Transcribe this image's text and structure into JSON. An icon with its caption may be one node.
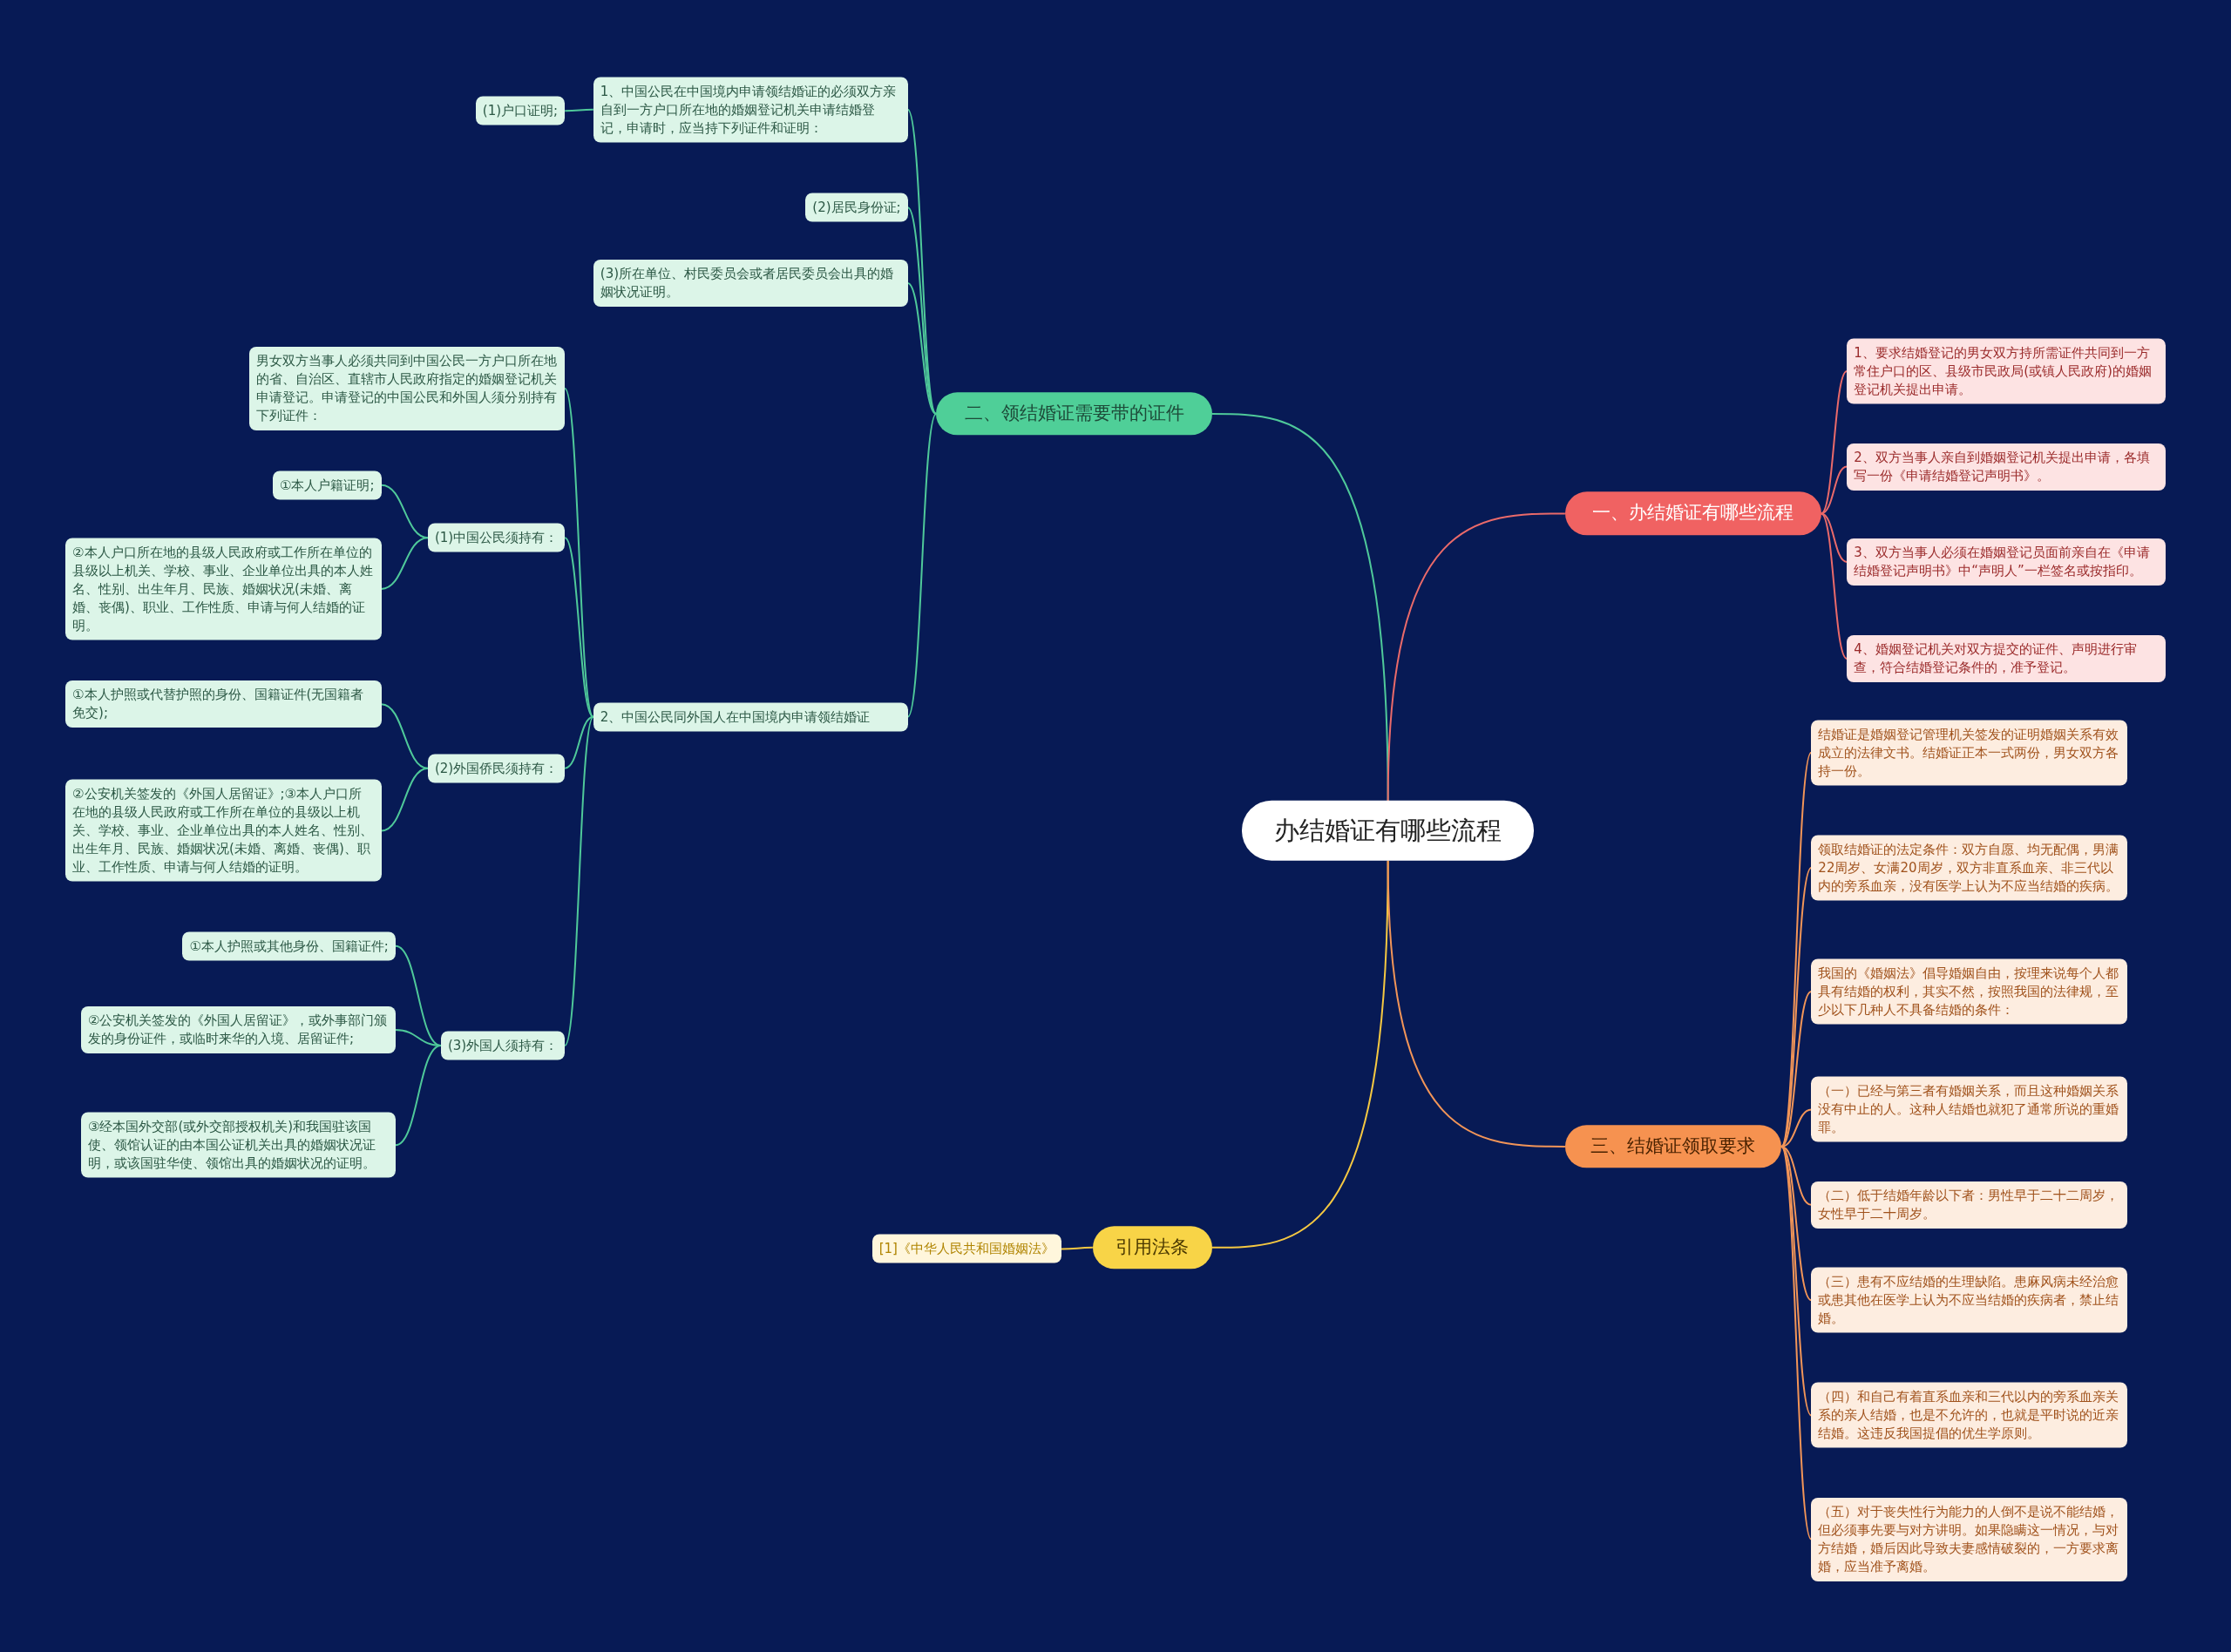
{
  "diagram": {
    "nodes": [
      {
        "text": [
          "办结婚证有哪些流程"
        ]
      },
      {
        "text": [
          "二、领结婚证需要带的证件"
        ]
      },
      {
        "text": [
          "1、中国公民在中国境内申请领结婚证的必须双方亲自到一方户口所在地的婚姻登记机关申请结婚登记，申请时，应当持下列证件和证明："
        ]
      },
      {
        "text": [
          "(1)户口证明;"
        ]
      },
      {
        "text": [
          "(2)居民身份证;"
        ]
      },
      {
        "text": [
          "(3)所在单位、村民委员会或者居民委员会出具的婚姻状况证明。"
        ]
      },
      {
        "text": [
          "2、中国公民同外国人在中国境内申请领结婚证"
        ]
      },
      {
        "text": [
          "男女双方当事人必须共同到中国公民一方户口所在地的省、自治区、直辖市人民政府指定的婚姻登记机关申请登记。申请登记的中国公民和外国人须分别持有下列证件："
        ]
      },
      {
        "text": [
          "(1)中国公民须持有："
        ]
      },
      {
        "text": [
          "①本人户籍证明;"
        ]
      },
      {
        "text": [
          "②本人户口所在地的县级人民政府或工作所在单位的县级以上机关、学校、事业、企业单位出具的本人姓名、性别、出生年月、民族、婚姻状况(未婚、离婚、丧偶)、职业、工作性质、申请与何人结婚的证明。"
        ]
      },
      {
        "text": [
          "(2)外国侨民须持有："
        ]
      },
      {
        "text": [
          "①本人护照或代替护照的身份、国籍证件(无国籍者免交);"
        ]
      },
      {
        "text": [
          "②公安机关签发的《外国人居留证》;③本人户口所在地的县级人民政府或工作所在单位的县级以上机关、学校、事业、企业单位出具的本人姓名、性别、出生年月、民族、婚姻状况(未婚、离婚、丧偶)、职业、工作性质、申请与何人结婚的证明。"
        ]
      },
      {
        "text": [
          "(3)外国人须持有："
        ]
      },
      {
        "text": [
          "①本人护照或其他身份、国籍证件;"
        ]
      },
      {
        "text": [
          "②公安机关签发的《外国人居留证》，或外事部门颁发的身份证件，或临时来华的入境、居留证件;"
        ]
      },
      {
        "text": [
          "③经本国外交部(或外交部授权机关)和我国驻该国使、领馆认证的由本国公证机关出具的婚姻状况证明，或该国驻华使、领馆出具的婚姻状况的证明。"
        ]
      },
      {
        "text": [
          "引用法条"
        ]
      },
      {
        "text": [
          "[1]《中华人民共和国婚姻法》"
        ]
      },
      {
        "text": [
          "一、办结婚证有哪些流程"
        ]
      },
      {
        "text": [
          "1、要求结婚登记的男女双方持所需证件共同到一方常住户口的区、县级市民政局(或镇人民政府)的婚姻登记机关提出申请。"
        ]
      },
      {
        "text": [
          "2、双方当事人亲自到婚姻登记机关提出申请，各填写一份《申请结婚登记声明书》。"
        ]
      },
      {
        "text": [
          "3、双方当事人必须在婚姻登记员面前亲自在《申请结婚登记声明书》中“声明人”一栏签名或按指印。"
        ]
      },
      {
        "text": [
          "4、婚姻登记机关对双方提交的证件、声明进行审查，符合结婚登记条件的，准予登记。"
        ]
      },
      {
        "text": [
          "三、结婚证领取要求"
        ]
      },
      {
        "text": [
          "结婚证是婚姻登记管理机关签发的证明婚姻关系有效成立的法律文书。结婚证正本一式两份，男女双方各持一份。"
        ]
      },
      {
        "text": [
          "领取结婚证的法定条件：双方自愿、均无配偶，男满22周岁、女满20周岁，双方非直系血亲、非三代以内的旁系血亲，没有医学上认为不应当结婚的疾病。"
        ]
      },
      {
        "text": [
          "我国的《婚姻法》倡导婚姻自由，按理来说每个人都具有结婚的权利，其实不然，按照我国的法律规，至少以下几种人不具备结婚的条件："
        ]
      },
      {
        "text": [
          "（一）已经与第三者有婚姻关系，而且这种婚姻关系没有中止的人。这种人结婚也就犯了通常所说的重婚罪。"
        ]
      },
      {
        "text": [
          "（二）低于结婚年龄以下者：男性早于二十二周岁，女性早于二十周岁。"
        ]
      },
      {
        "text": [
          "（三）患有不应结婚的生理缺陷。患麻风病未经治愈或患其他在医学上认为不应当结婚的疾病者，禁止结婚。"
        ]
      },
      {
        "text": [
          "（四）和自己有着直系血亲和三代以内的旁系血亲关系的亲人结婚，也是不允许的，也就是平时说的近亲结婚。这违反我国提倡的优生学原则。"
        ]
      },
      {
        "text": [
          "（五）对于丧失性行为能力的人倒不是说不能结婚，但必须事先要与对方讲明。如果隐瞒这一情况，与对方结婚，婚后因此导致夫妻感情破裂的，一方要求离婚，应当准予离婚。"
        ]
      }
    ],
    "edges": [
      {
        "from": 0,
        "to": 1,
        "arrow": "none"
      },
      {
        "from": 1,
        "to": 2,
        "arrow": "none"
      },
      {
        "from": 2,
        "to": 3,
        "arrow": "none"
      },
      {
        "from": 1,
        "to": 4,
        "arrow": "none"
      },
      {
        "from": 1,
        "to": 5,
        "arrow": "none"
      },
      {
        "from": 1,
        "to": 6,
        "arrow": "none"
      },
      {
        "from": 6,
        "to": 7,
        "arrow": "none"
      },
      {
        "from": 6,
        "to": 8,
        "arrow": "none"
      },
      {
        "from": 8,
        "to": 9,
        "arrow": "none"
      },
      {
        "from": 8,
        "to": 10,
        "arrow": "none"
      },
      {
        "from": 6,
        "to": 11,
        "arrow": "none"
      },
      {
        "from": 11,
        "to": 12,
        "arrow": "none"
      },
      {
        "from": 11,
        "to": 13,
        "arrow": "none"
      },
      {
        "from": 6,
        "to": 14,
        "arrow": "none"
      },
      {
        "from": 14,
        "to": 15,
        "arrow": "none"
      },
      {
        "from": 14,
        "to": 16,
        "arrow": "none"
      },
      {
        "from": 14,
        "to": 17,
        "arrow": "none"
      },
      {
        "from": 0,
        "to": 18,
        "arrow": "none",
        "color": "#f5c842"
      },
      {
        "from": 18,
        "to": 19,
        "arrow": "none",
        "color": "#f5c842"
      },
      {
        "from": 0,
        "to": 20,
        "arrow": "none",
        "color": "#ea6a6a"
      },
      {
        "from": 20,
        "to": 21,
        "arrow": "none",
        "color": "#ea6a6a"
      },
      {
        "from": 20,
        "to": 22,
        "arrow": "none",
        "color": "#ea6a6a"
      },
      {
        "from": 20,
        "to": 23,
        "arrow": "none",
        "color": "#ea6a6a"
      },
      {
        "from": 20,
        "to": 24,
        "arrow": "none",
        "color": "#ea6a6a"
      },
      {
        "from": 0,
        "to": 25,
        "arrow": "none",
        "color": "#f29558"
      },
      {
        "from": 25,
        "to": 26,
        "arrow": "none",
        "color": "#f29558"
      },
      {
        "from": 25,
        "to": 27,
        "arrow": "none",
        "color": "#f29558"
      },
      {
        "from": 25,
        "to": 28,
        "arrow": "none",
        "color": "#f29558"
      },
      {
        "from": 25,
        "to": 29,
        "arrow": "none",
        "color": "#f29558"
      },
      {
        "from": 25,
        "to": 30,
        "arrow": "none",
        "color": "#f29558"
      },
      {
        "from": 25,
        "to": 31,
        "arrow": "none",
        "color": "#f29558"
      },
      {
        "from": 25,
        "to": 32,
        "arrow": "none",
        "color": "#f29558"
      },
      {
        "from": 25,
        "to": 33,
        "arrow": "none",
        "color": "#f29558"
      }
    ]
  }
}
